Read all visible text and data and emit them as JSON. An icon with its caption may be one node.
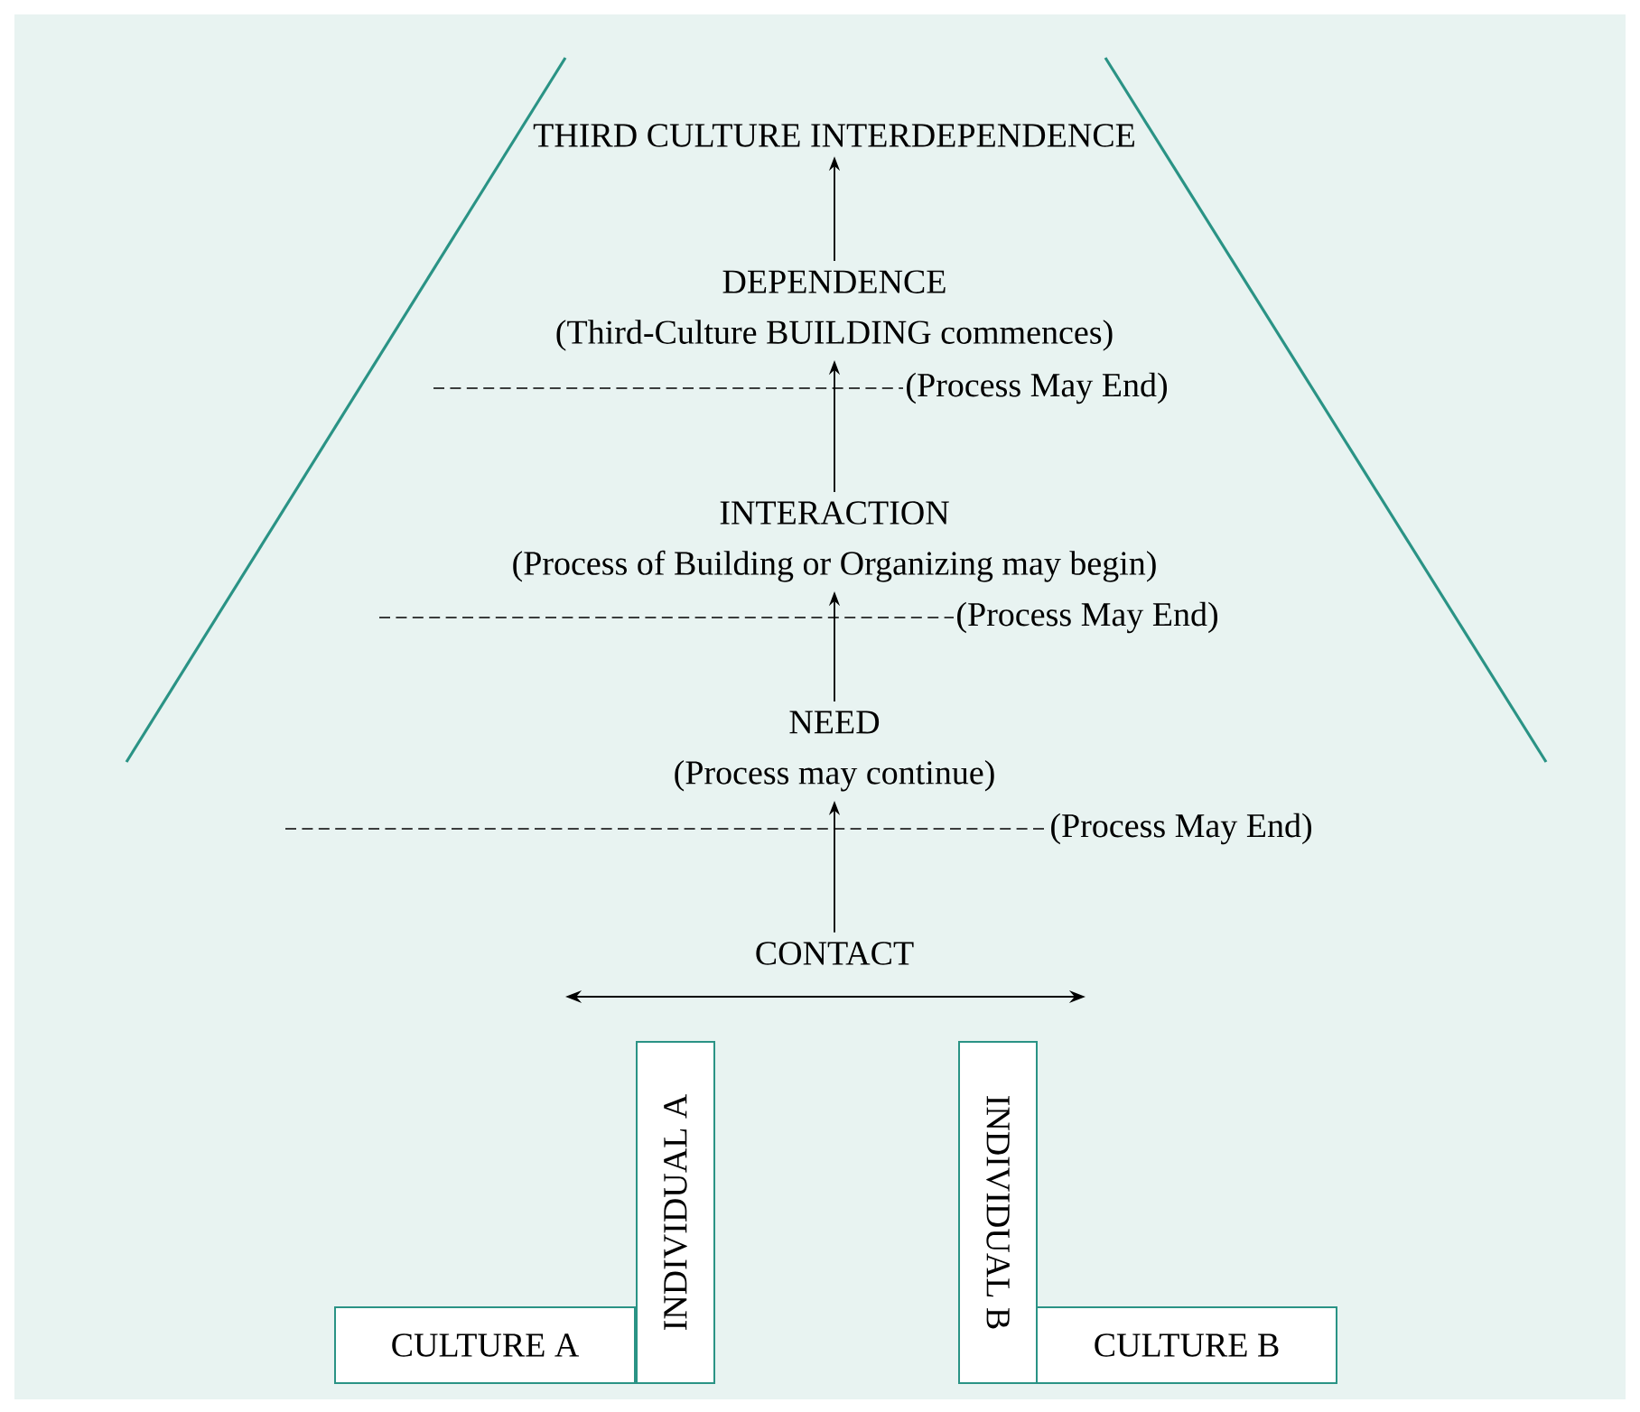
{
  "diagram": {
    "nodes": [
      {
        "text": [
          "THIRD CULTURE INTERDEPENDENCE"
        ]
      },
      {
        "text": [
          "DEPENDENCE",
          "(Third-Culture BUILDING commences)"
        ]
      },
      {
        "text": [
          "INTERACTION",
          "(Process of Building or Organizing may begin)"
        ]
      },
      {
        "text": [
          "NEED",
          "(Process may continue)"
        ]
      },
      {
        "text": [
          "CONTACT"
        ]
      },
      {
        "text": [
          "INDIVIDUAL A"
        ]
      },
      {
        "text": [
          "INDIVIDUAL B"
        ]
      },
      {
        "text": [
          "CULTURE A"
        ]
      },
      {
        "text": [
          "CULTURE B"
        ]
      }
    ],
    "edges": [
      {
        "from": 1,
        "to": 0,
        "arrow": "to"
      },
      {
        "from": 2,
        "to": 1,
        "arrow": "to"
      },
      {
        "from": 3,
        "to": 2,
        "arrow": "to"
      },
      {
        "from": 4,
        "to": 3,
        "arrow": "to"
      }
    ],
    "labels": [
      "(Process May End)",
      "(Process May End)",
      "(Process May End)"
    ]
  }
}
